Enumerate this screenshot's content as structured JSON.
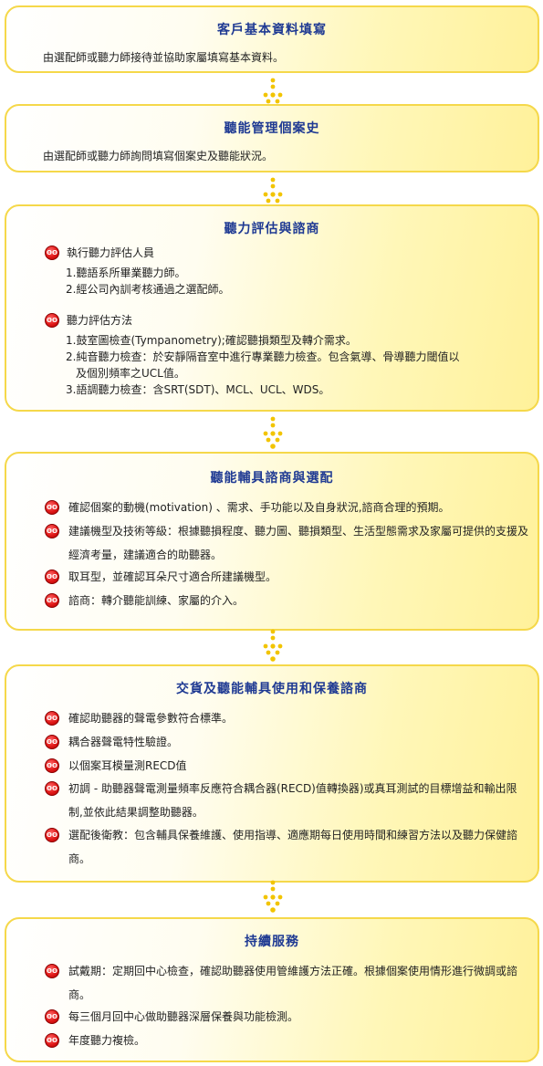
{
  "icon_name": "red-face-bullet-icon",
  "icon_glyph": "ʘʘ",
  "sections": {
    "s1": {
      "title": "客戶基本資料填寫",
      "text": "由選配師或聽力師接待並協助家屬填寫基本資料。"
    },
    "s2": {
      "title": "聽能管理個案史",
      "text": "由選配師或聽力師詢問填寫個案史及聽能狀況。"
    },
    "s3": {
      "title": "聽力評估與諮商",
      "group1_head": "執行聽力評估人員",
      "group1_items": [
        "1.聽語系所畢業聽力師。",
        "2.經公司內訓考核通過之選配師。"
      ],
      "group2_head": "聽力評估方法",
      "group2_items": [
        "1.鼓室圖檢查(Tympanometry);確認聽損類型及轉介需求。",
        "2.純音聽力檢查：於安靜隔音室中進行專業聽力檢查。包含氣導、骨導聽力閾值以",
        "及個別頻率之UCL值。",
        "3.語調聽力檢查：含SRT(SDT)、MCL、UCL、WDS。"
      ]
    },
    "s4": {
      "title": "聽能輔具諮商與選配",
      "items": [
        "確認個案的動機(motivation) 、需求、手功能以及自身狀況,諮商合理的預期。",
        "建議機型及技術等級：根據聽損程度、聽力圖、聽損類型、生活型態需求及家屬可提供的支援及經濟考量，建議適合的助聽器。",
        "取耳型，並確認耳朵尺寸適合所建議機型。",
        "諮商：轉介聽能訓練、家屬的介入。"
      ]
    },
    "s5": {
      "title": "交貨及聽能輔具使用和保養諮商",
      "items": [
        "確認助聽器的聲電參數符合標準。",
        "耦合器聲電特性驗證。",
        "以個案耳模量測RECD值",
        "初調 - 助聽器聲電測量頻率反應符合耦合器(RECD)值轉換器)或真耳測試的目標增益和輸出限制,並依此結果調整助聽器。",
        "選配後衛教：包含輔具保養維護、使用指導、適應期每日使用時間和練習方法以及聽力保健諮商。"
      ]
    },
    "s6": {
      "title": "持續服務",
      "items": [
        "試戴期：定期回中心檢查，確認助聽器使用管維護方法正確。根據個案使用情形進行微調或諮商。",
        "每三個月回中心做助聽器深層保養與功能檢測。",
        "年度聽力複檢。"
      ]
    }
  },
  "colors": {
    "title": "#1f3a93",
    "border": "#f5d84a",
    "arrow_dot": "#f2c400",
    "bullet": "#e01818"
  }
}
